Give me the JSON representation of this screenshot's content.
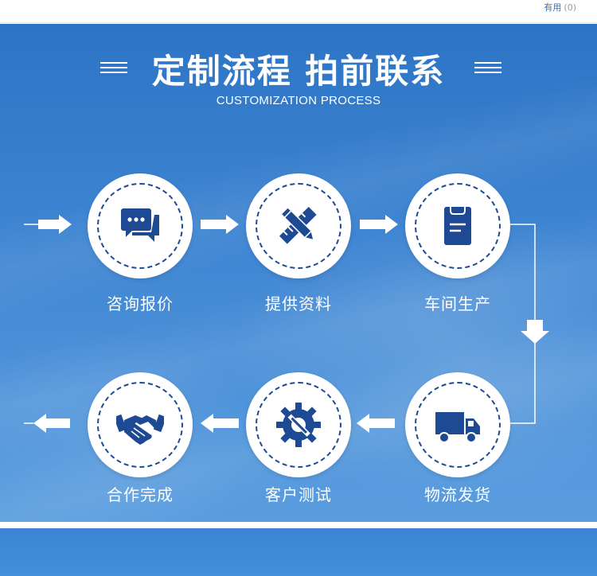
{
  "header": {
    "useful_label": "有用",
    "useful_count": "(0)"
  },
  "banner": {
    "title": "定制流程 拍前联系",
    "subtitle": "CUSTOMIZATION PROCESS"
  },
  "steps": [
    {
      "label": "咨询报价",
      "icon": "chat-bubbles-icon"
    },
    {
      "label": "提供资料",
      "icon": "pencil-ruler-icon"
    },
    {
      "label": "车间生产",
      "icon": "clipboard-icon"
    },
    {
      "label": "物流发货",
      "icon": "truck-icon"
    },
    {
      "label": "客户测试",
      "icon": "gear-wrench-icon"
    },
    {
      "label": "合作完成",
      "icon": "handshake-icon"
    }
  ],
  "colors": {
    "banner_blue": "#3f86d3",
    "icon_blue": "#1e4a94",
    "white": "#ffffff"
  }
}
